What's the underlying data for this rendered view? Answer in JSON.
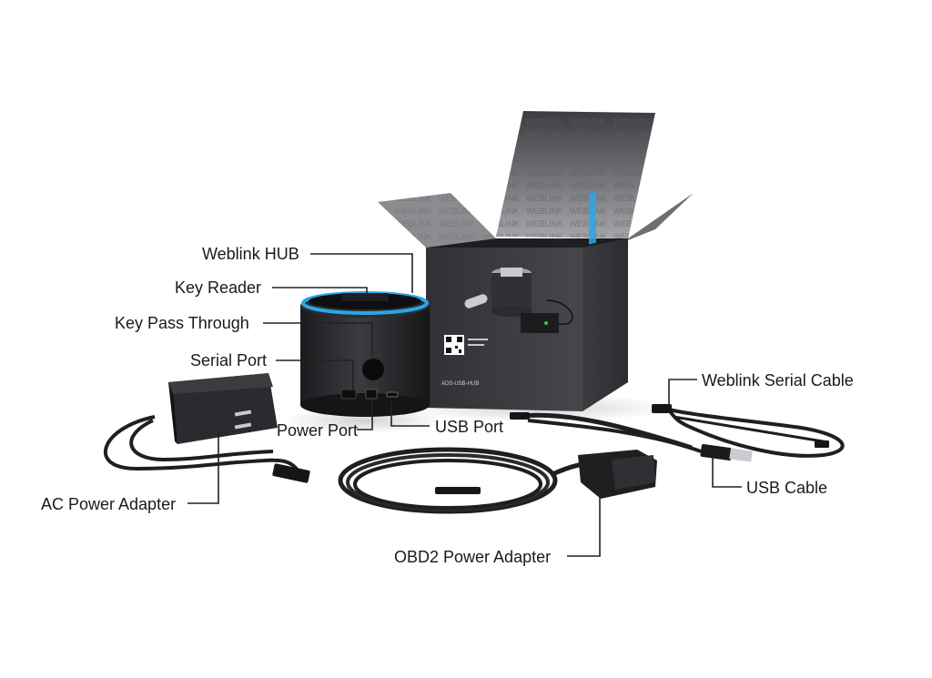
{
  "labels": {
    "weblink_hub": "Weblink HUB",
    "key_reader": "Key Reader",
    "key_pass_through": "Key Pass Through",
    "serial_port": "Serial Port",
    "power_port": "Power Port",
    "usb_port": "USB Port",
    "ac_power_adapter": "AC Power Adapter",
    "obd2_power_adapter": "OBD2 Power Adapter",
    "weblink_serial_cable": "Weblink Serial Cable",
    "usb_cable": "USB Cable"
  },
  "box": {
    "brand_pattern_text": "WEBLINK",
    "model_text": "ADS-USB-HUB"
  },
  "colors": {
    "hub_accent": "#2aa6e8",
    "device_body": "#2b2d30",
    "box_body": "#3a3c3f",
    "box_flap_inner": "#8f9195",
    "cable": "#1e1f21"
  }
}
